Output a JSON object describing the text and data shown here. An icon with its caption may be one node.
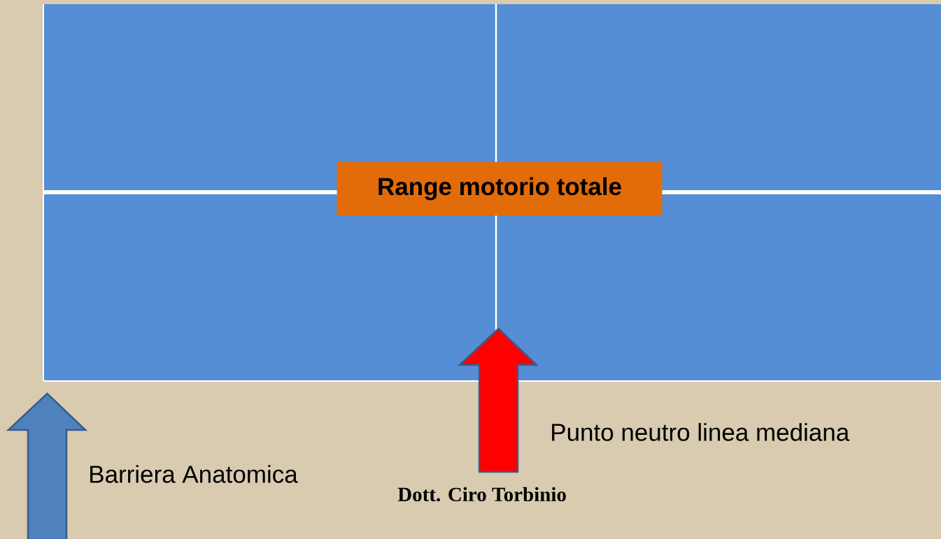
{
  "diagram": {
    "nodes": [
      {
        "text": [
          "Range motorio totale"
        ]
      }
    ],
    "labels": [
      "Punto neutro linea mediana",
      "Barriera Anatomica",
      "Dott. Ciro Torbinio"
    ]
  }
}
